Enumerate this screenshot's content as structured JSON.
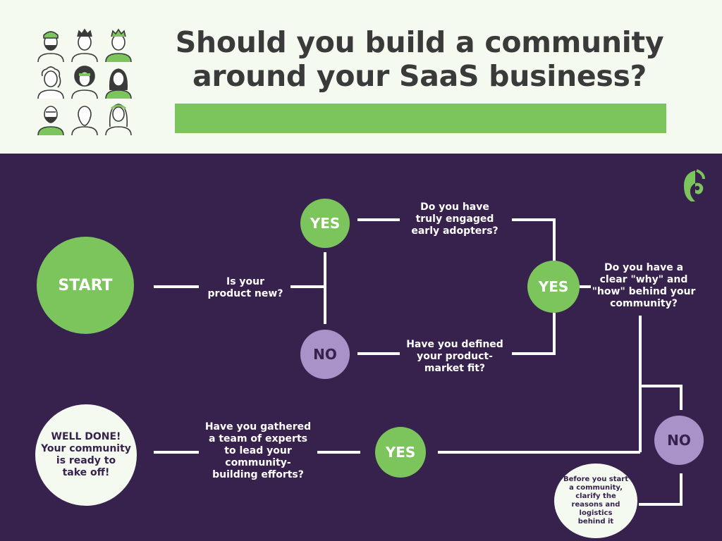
{
  "header": {
    "title_line1": "Should you build a community",
    "title_line2": "around your SaaS business?",
    "accent_color": "#7cc45c",
    "background_color": "#f4faf0"
  },
  "avatars": {
    "icon": "people-illustration-icon",
    "count": 9
  },
  "panel": {
    "background_color": "#37214d",
    "logo_icon": "chameleon-logo-icon"
  },
  "flowchart": {
    "start": "START",
    "q_product_new": [
      "Is your",
      "product new?"
    ],
    "yes_new": "YES",
    "no_new": "NO",
    "q_engaged_adopters": [
      "Do you have",
      "truly engaged",
      "early adopters?"
    ],
    "q_product_market_fit": [
      "Have you defined",
      "your product-",
      "market fit?"
    ],
    "yes_merge": "YES",
    "q_why_how": [
      "Do you have a",
      "clear \"why\" and",
      "\"how\" behind your",
      "community?"
    ],
    "no_why_how": "NO",
    "clarify_note": [
      "Before you start",
      "a community,",
      "clarify the",
      "reasons and",
      "logistics",
      "behind it"
    ],
    "yes_team": "YES",
    "q_team_experts": [
      "Have you gathered",
      "a team of experts",
      "to lead your",
      "community-",
      "building efforts?"
    ],
    "well_done": [
      "WELL DONE!",
      "Your community",
      "is ready to",
      "take off!"
    ],
    "colors": {
      "yes": "#7cc45c",
      "no": "#a892c8",
      "connector": "#ffffff",
      "final": "#f4faf0"
    }
  }
}
